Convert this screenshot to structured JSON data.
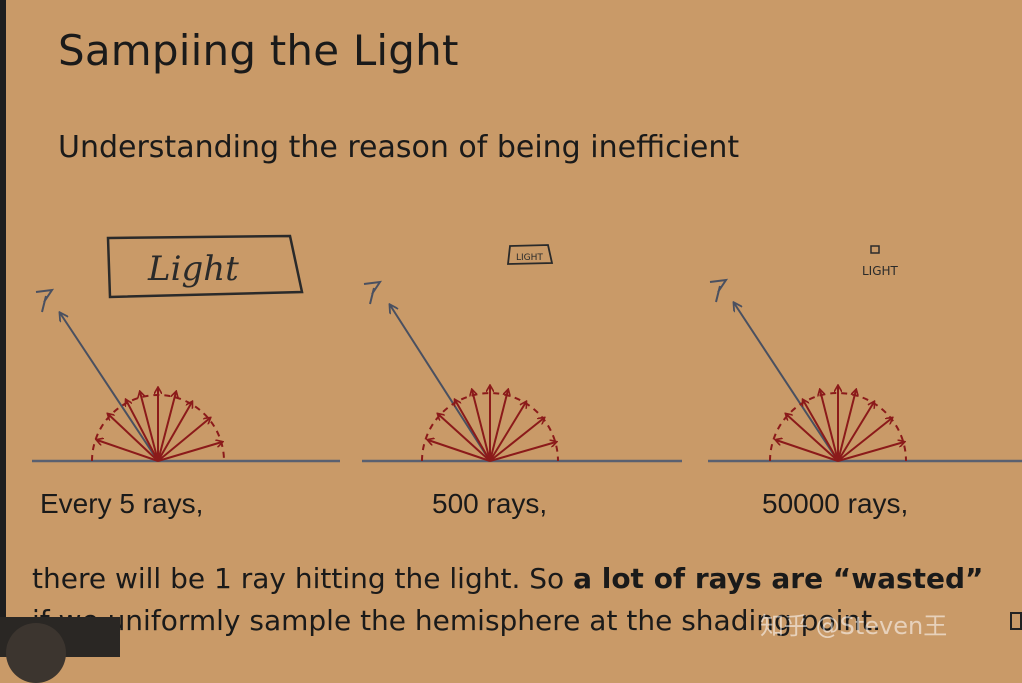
{
  "slide": {
    "title": "Sampiing the Light",
    "subtitle": "Understanding the reason of being inefficient"
  },
  "diagrams": [
    {
      "light_label": "Light",
      "rays_label": "Every 5 rays,"
    },
    {
      "light_label": "LIGHT",
      "rays_label": "500 rays,"
    },
    {
      "light_label": "LIGHT",
      "rays_label": "50000 rays,"
    }
  ],
  "footer": {
    "line1_start": "there will be 1 ray hitting the light. So ",
    "line1_bold": "a lot of rays are “wasted”",
    "line2": "if we uniformly sample the hemisphere at the shading point."
  },
  "watermark": "知乎 @Steven王",
  "colors": {
    "background": "#c99a68",
    "ink": "#1a1a1a",
    "ray": "#8b1a1a",
    "eye_ray": "#4a5060"
  }
}
